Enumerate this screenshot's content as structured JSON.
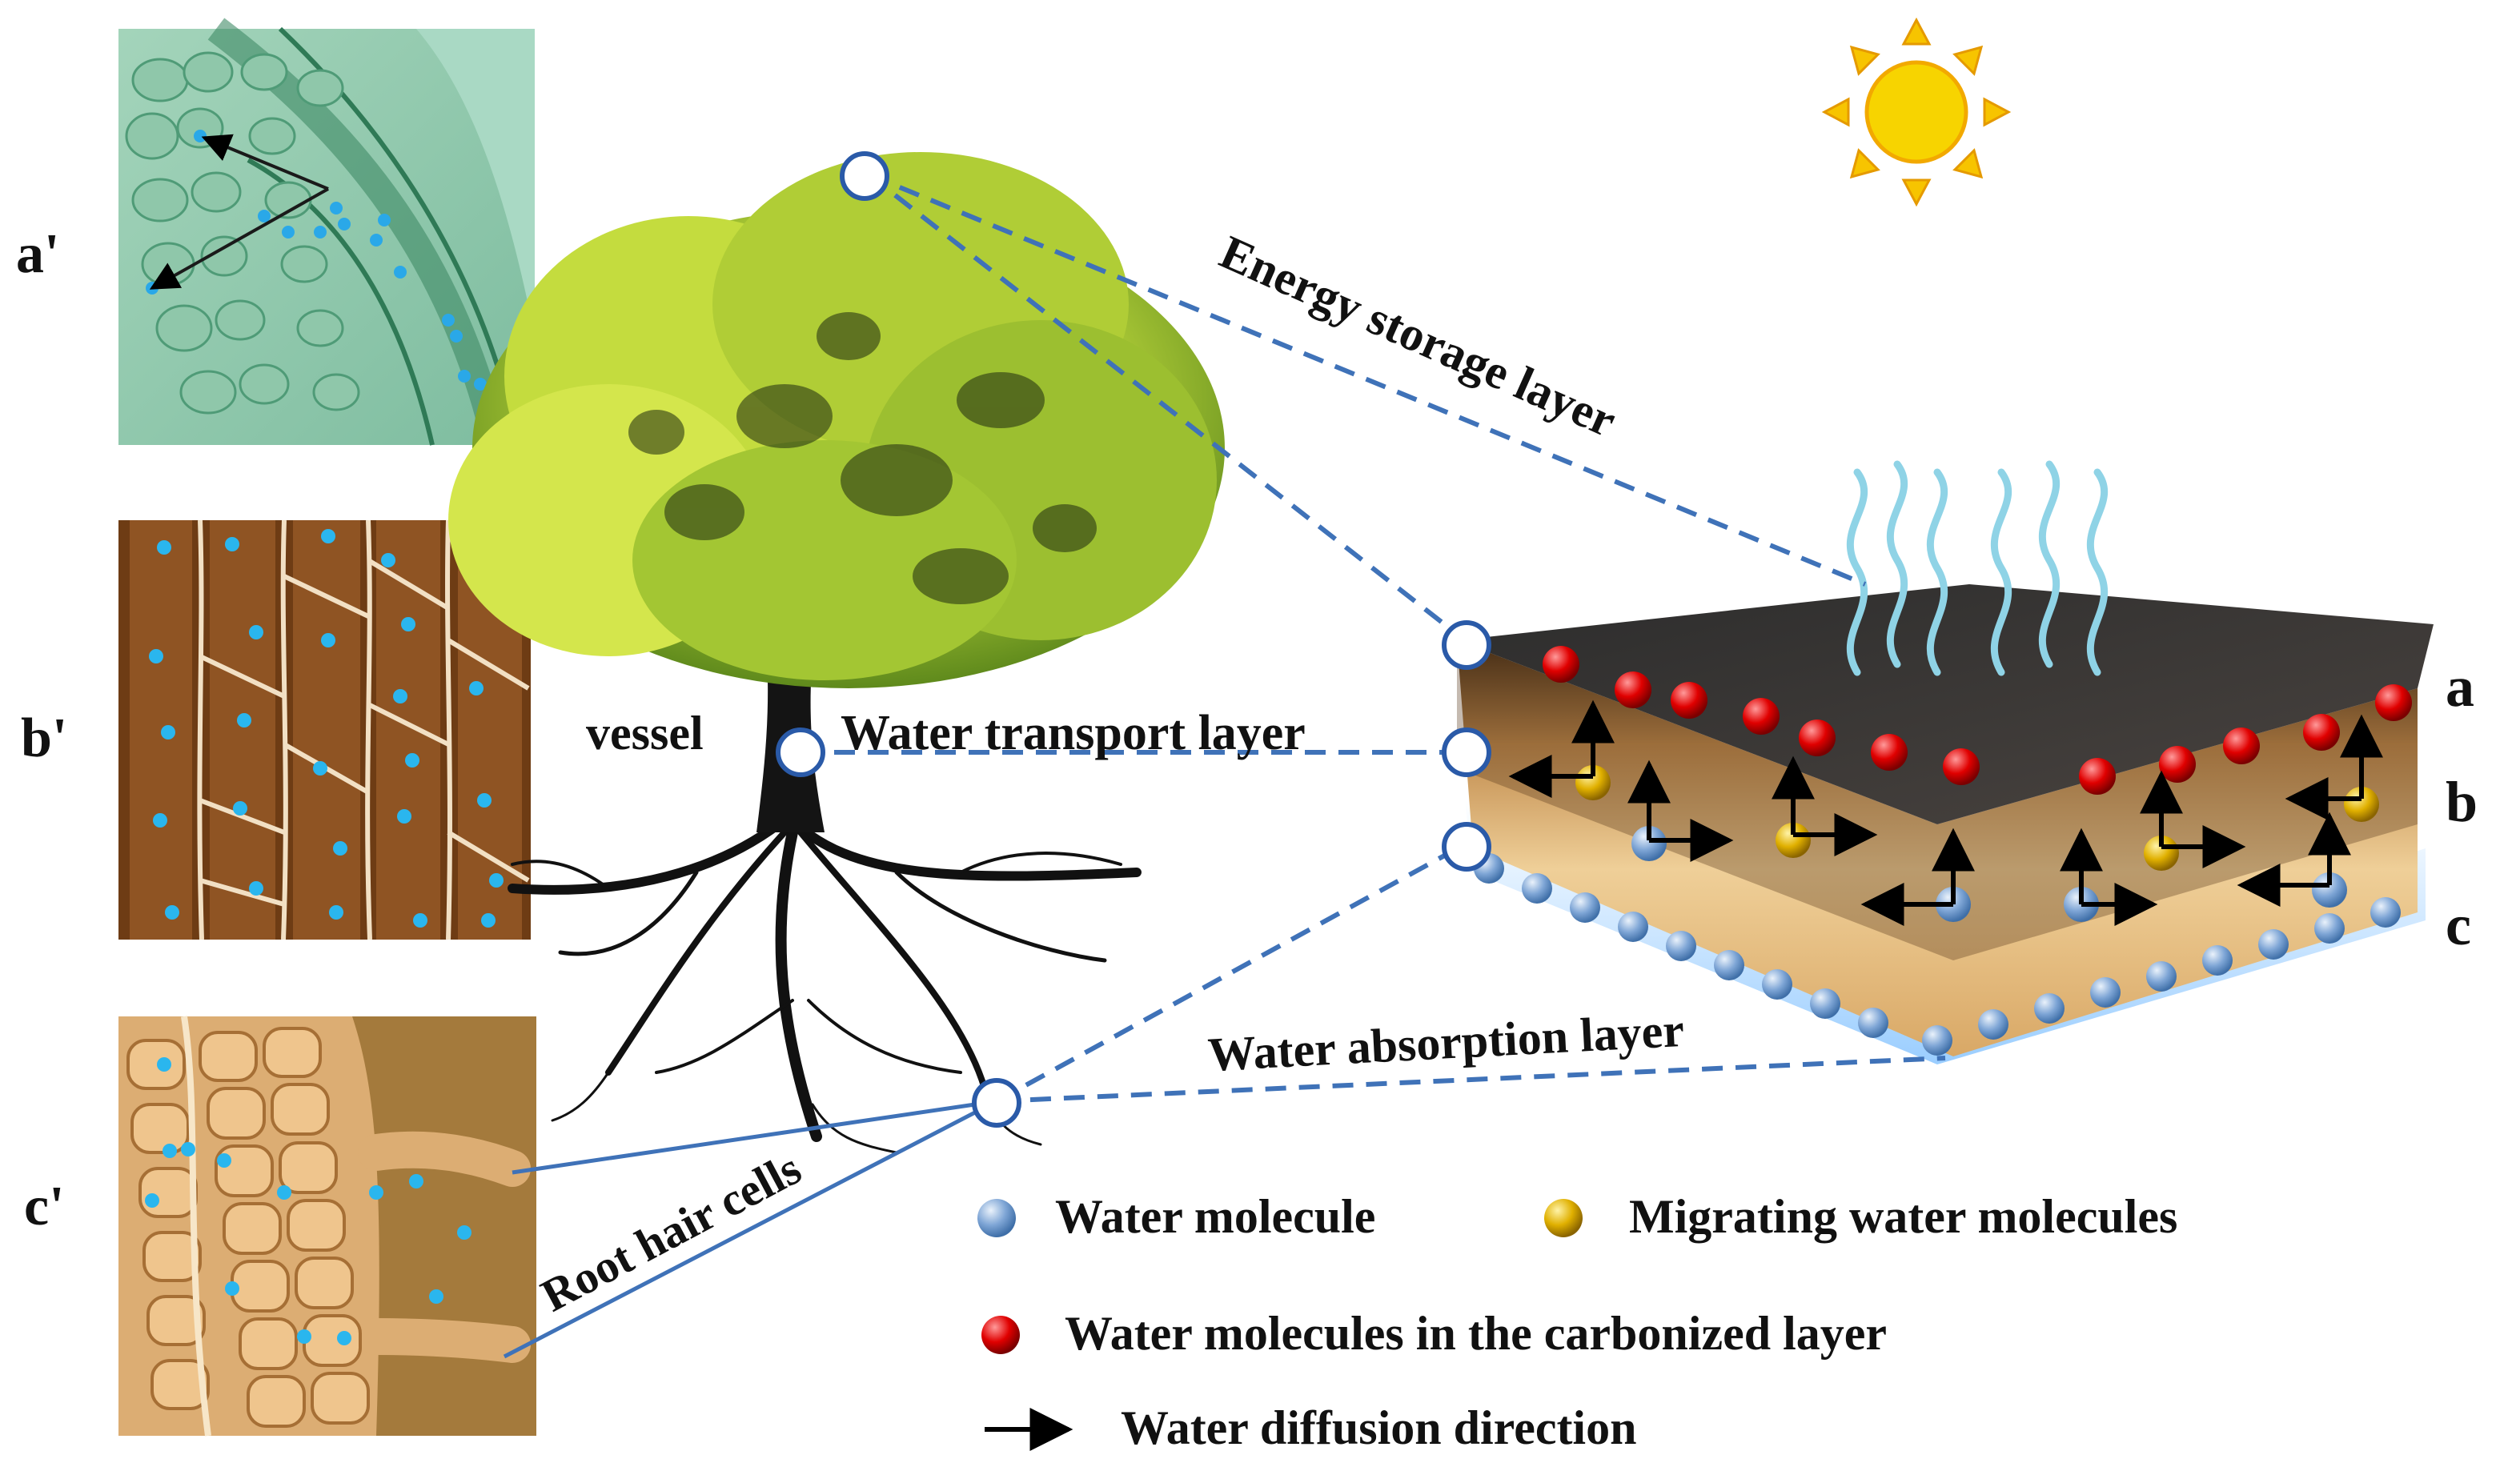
{
  "panels": {
    "a_prime": "a'",
    "b_prime": "b'",
    "c_prime": "c'"
  },
  "layers": {
    "energy_storage": "Energy storage layer",
    "water_transport": "Water transport layer",
    "water_absorption": "Water absorption layer"
  },
  "tree": {
    "vessel": "vessel",
    "root_hair_cells": "Root hair cells"
  },
  "block_labels": {
    "a": "a",
    "b": "b",
    "c": "c"
  },
  "legend": {
    "water_molecule": "Water molecule",
    "migrating": "Migrating water molecules",
    "carbonized": "Water molecules in the carbonized layer",
    "diffusion": "Water diffusion direction"
  },
  "colors": {
    "dashed_line": "#3f72b8",
    "water_molecule": "#7fa6d6",
    "migrating_molecule": "#d9a800",
    "carbonized_molecule": "#d40000",
    "sun": "#f7c400",
    "droplet": "#2aa8e8"
  }
}
